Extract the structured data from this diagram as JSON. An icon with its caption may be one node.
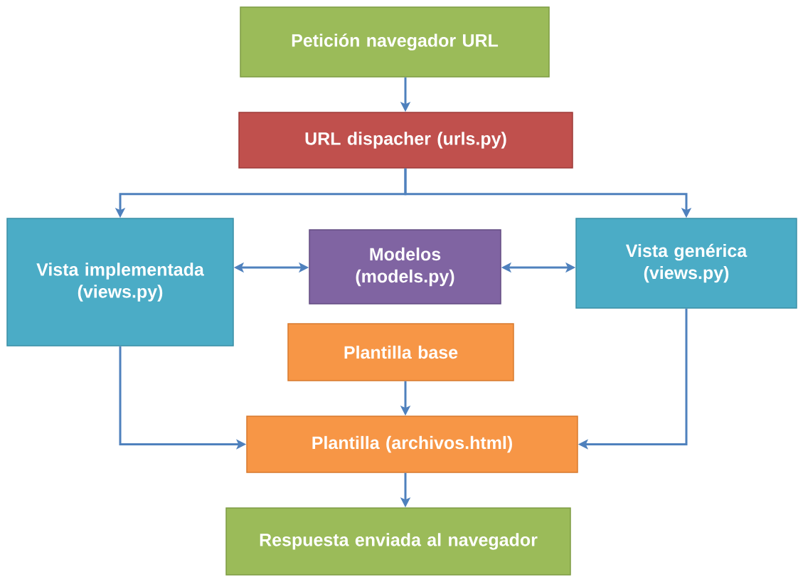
{
  "diagram": {
    "nodes": [
      {
        "text": [
          "Petición navegador URL"
        ]
      },
      {
        "text": [
          "URL dispacher (urls.py)"
        ]
      },
      {
        "text": [
          "Vista implementada (views.py)"
        ]
      },
      {
        "text": [
          "Modelos (models.py)"
        ]
      },
      {
        "text": [
          "Vista genérica (views.py)"
        ]
      },
      {
        "text": [
          "Plantilla base"
        ]
      },
      {
        "text": [
          "Plantilla (archivos.html)"
        ]
      },
      {
        "text": [
          "Respuesta enviada al navegador"
        ]
      }
    ],
    "edges": [
      {
        "from": 0,
        "to": 1,
        "arrow": "to"
      },
      {
        "from": 1,
        "to": 2,
        "arrow": "to"
      },
      {
        "from": 1,
        "to": 4,
        "arrow": "to"
      },
      {
        "from": 2,
        "to": 3,
        "arrow": "both"
      },
      {
        "from": 3,
        "to": 4,
        "arrow": "both"
      },
      {
        "from": 5,
        "to": 6,
        "arrow": "to"
      },
      {
        "from": 2,
        "to": 6,
        "arrow": "to"
      },
      {
        "from": 4,
        "to": 6,
        "arrow": "to"
      },
      {
        "from": 6,
        "to": 7,
        "arrow": "to"
      }
    ]
  }
}
